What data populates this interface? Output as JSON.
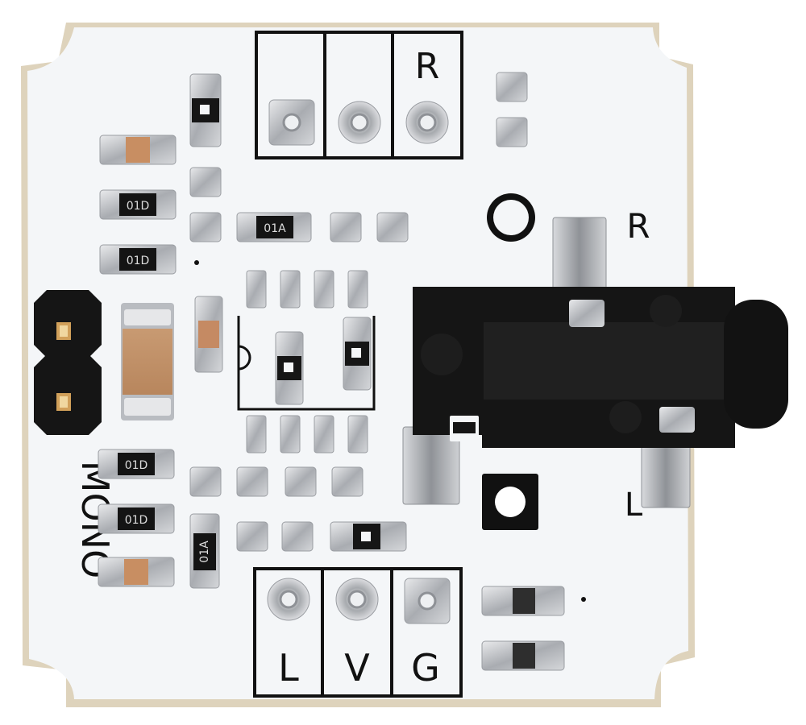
{
  "board": {
    "pcb_color": "#f4f6f8",
    "edge_color": "#ded3bc",
    "silk_color": "#111111",
    "pad_color": "#b9bcc1",
    "jack_color": "#151515"
  },
  "labels": {
    "top_right": "R",
    "side_right": "R",
    "side_left": "L",
    "mono": "MONO",
    "bottom_l": "L",
    "bottom_v": "V",
    "bottom_g": "G"
  },
  "component_markings": {
    "r1": "01D",
    "r2": "01D",
    "r3": "01A",
    "r4": "01D",
    "r5": "01D",
    "r6": "01A"
  }
}
